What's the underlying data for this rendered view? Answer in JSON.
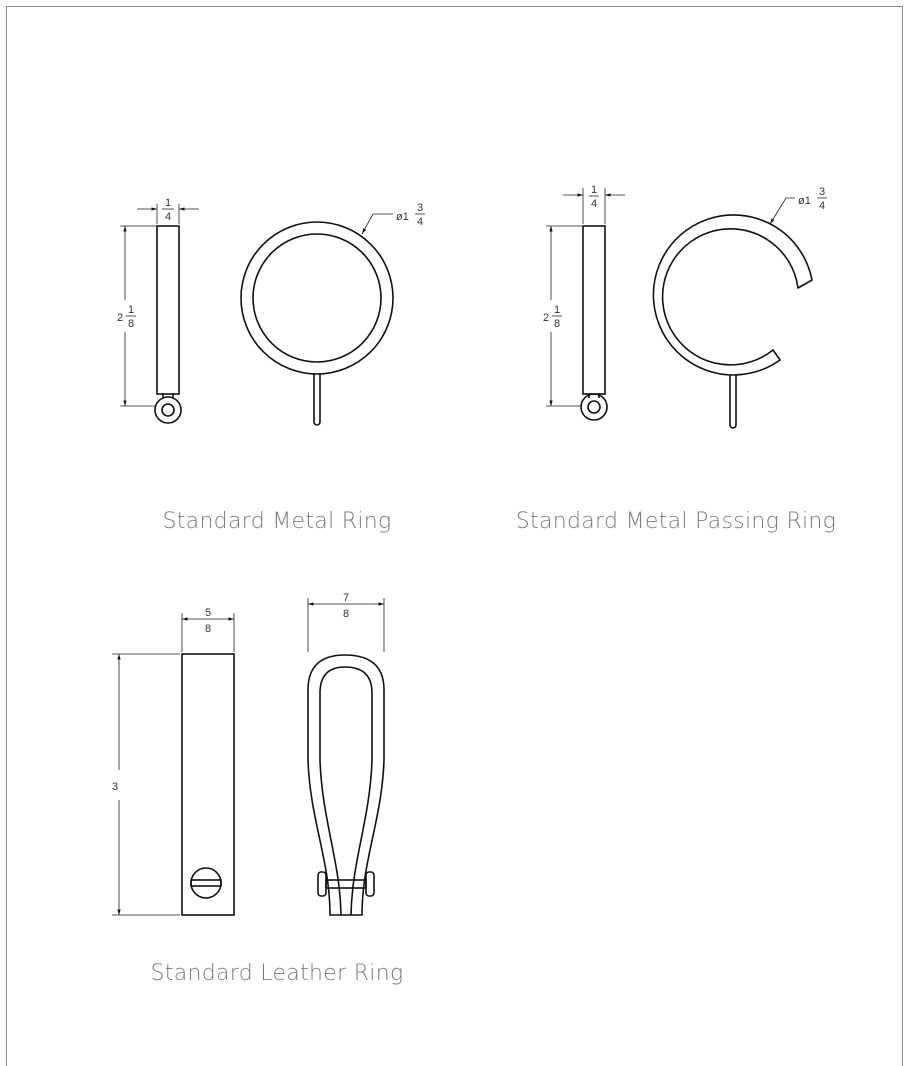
{
  "items": [
    {
      "caption": "Standard Metal Ring",
      "dims": {
        "width": [
          "1",
          "4"
        ],
        "height": [
          "2",
          "1",
          "8"
        ],
        "diameter": [
          "ø1",
          "3",
          "4"
        ]
      }
    },
    {
      "caption": "Standard Metal Passing Ring",
      "dims": {
        "width": [
          "1",
          "4"
        ],
        "height": [
          "2",
          "1",
          "8"
        ],
        "diameter": [
          "ø1",
          "3",
          "4"
        ]
      }
    },
    {
      "caption": "Standard Leather Ring",
      "dims": {
        "width_front": [
          "5",
          "8"
        ],
        "width_side": [
          "7",
          "8"
        ],
        "height": "3"
      }
    }
  ]
}
